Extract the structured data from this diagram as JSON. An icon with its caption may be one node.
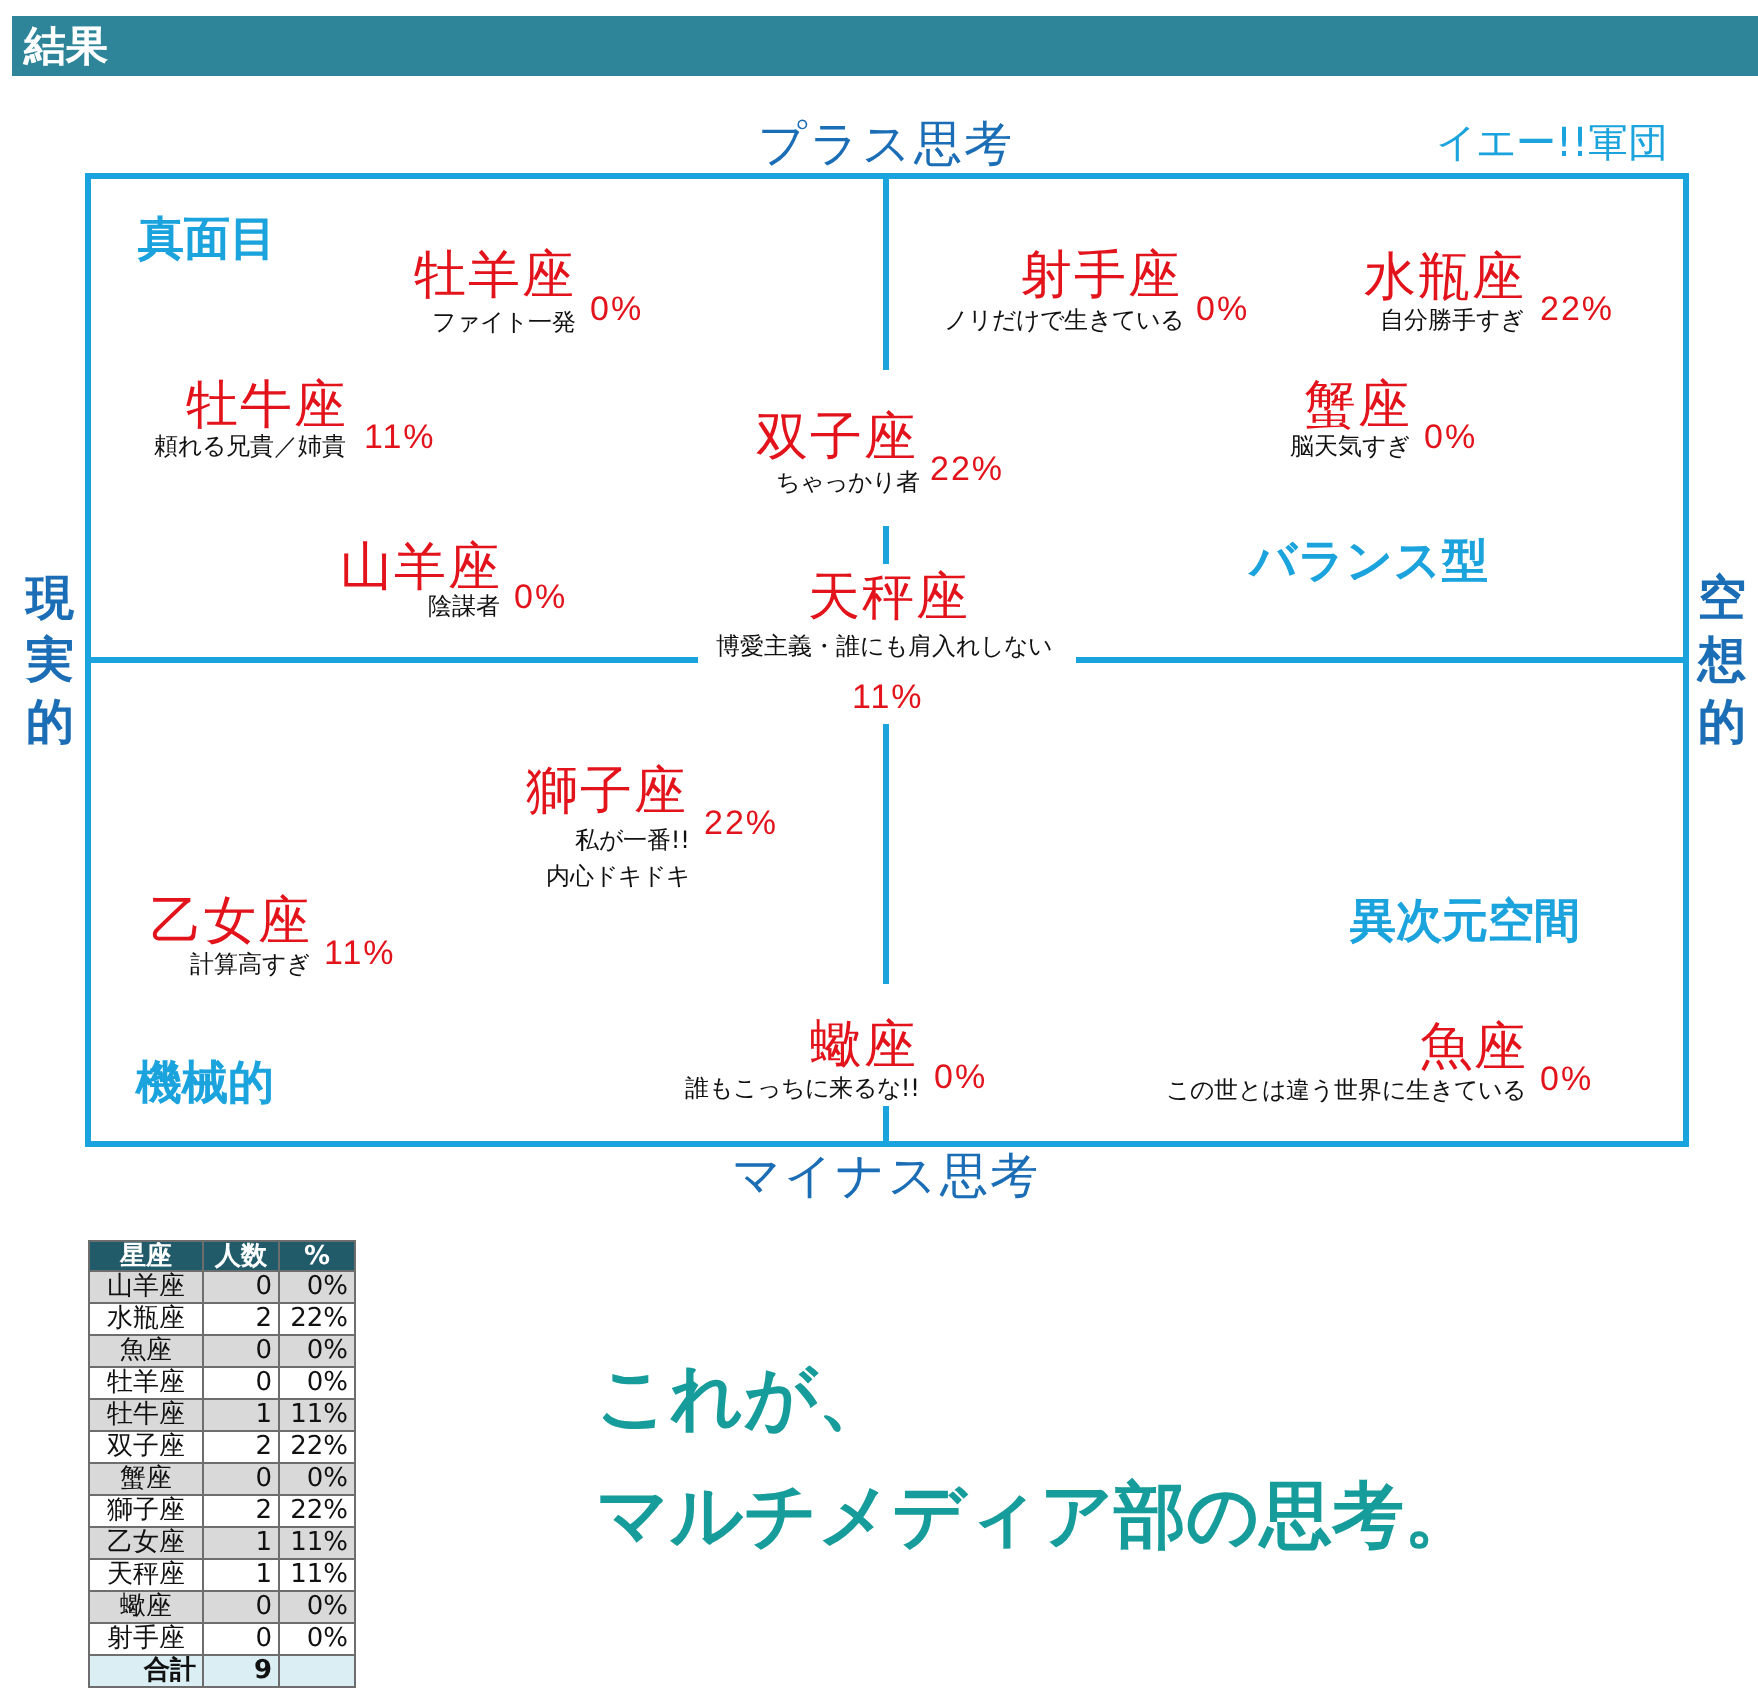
{
  "diagram": {
    "title": "結果",
    "labels": [
      "プラス思考",
      "イエー!!軍団",
      "真面目",
      "牡羊座",
      "ファイト一発",
      "0%",
      "射手座",
      "ノリだけで生きている",
      "0%",
      "水瓶座",
      "自分勝手すぎ",
      "22%",
      "牡牛座",
      "頼れる兄貴／姉貴",
      "11%",
      "双子座",
      "ちゃっかり者",
      "22%",
      "蟹座",
      "脳天気すぎ",
      "0%",
      "現実的",
      "山羊座",
      "陰謀者",
      "0%",
      "天秤座",
      "バランス型",
      "空想的",
      "博愛主義・誰にも肩入れしない",
      "11%",
      "獅子座",
      "私が一番!!内心ドキドキ",
      "22%",
      "乙女座",
      "計算高すぎ",
      "11%",
      "異次元空間",
      "機械的",
      "蠍座",
      "誰もこっちに来るな!!",
      "0%",
      "魚座",
      "この世とは違う世界に生きている",
      "0%",
      "マイナス思考",
      "星座",
      "人数",
      "%",
      "山羊座",
      "0",
      "0%",
      "水瓶座",
      "2",
      "22%",
      "魚座",
      "0",
      "0%",
      "牡羊座",
      "0",
      "0%",
      "牡牛座",
      "1",
      "11%",
      "双子座",
      "2",
      "22%",
      "蟹座",
      "0",
      "0%",
      "獅子座",
      "2",
      "22%",
      "乙女座",
      "1",
      "11%",
      "天秤座",
      "1",
      "11%",
      "蠍座",
      "0",
      "0%",
      "射手座",
      "0",
      "0%",
      "合計",
      "9",
      "これが、",
      "マルチメディア部の思考。"
    ]
  }
}
